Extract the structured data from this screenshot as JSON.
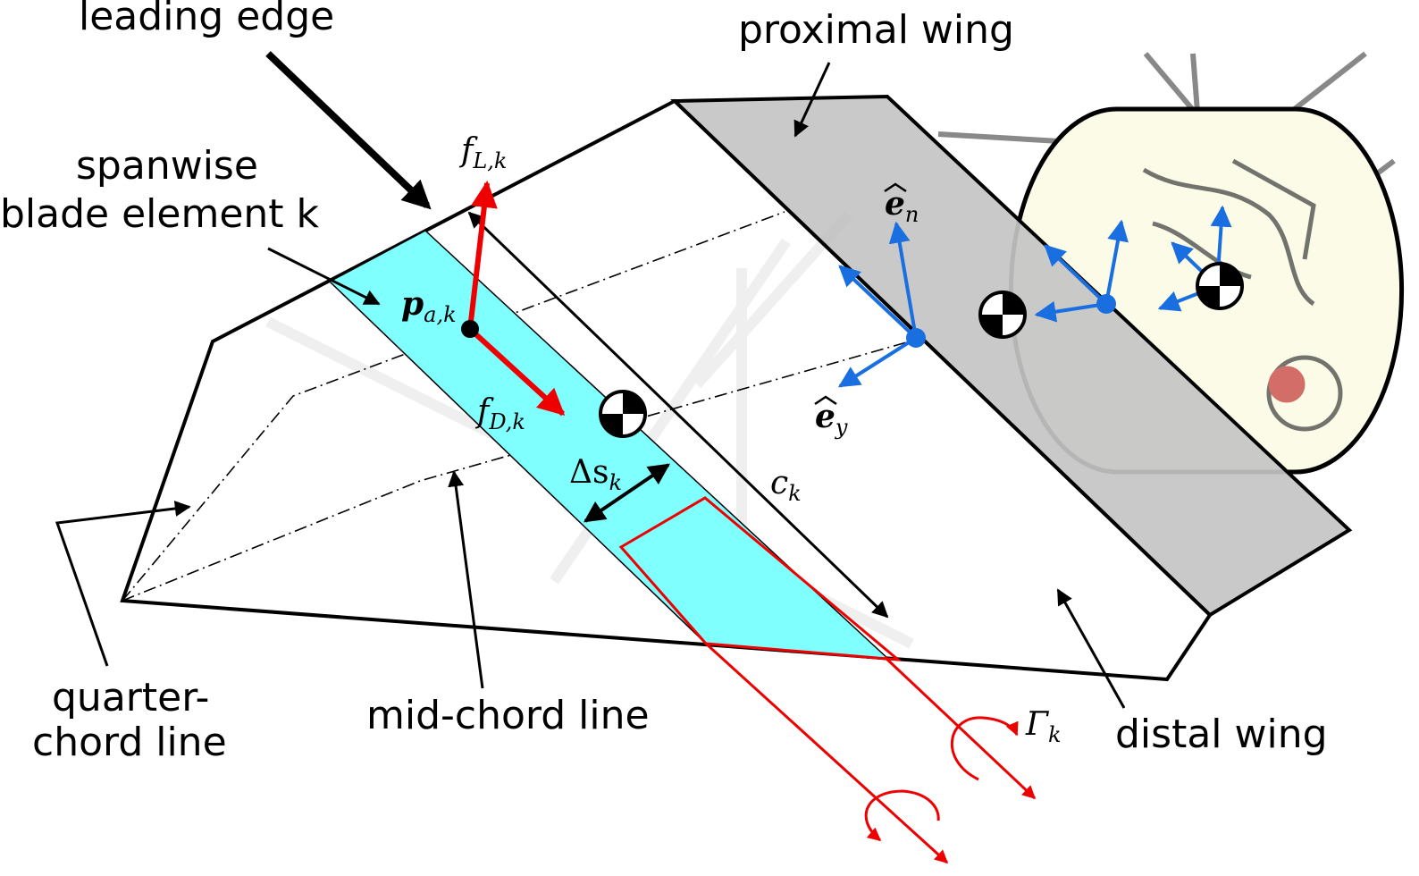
{
  "labels": {
    "leading_edge": "leading edge",
    "proximal_wing": "proximal wing",
    "spanwise_line1": "spanwise",
    "spanwise_line2": "blade element k",
    "quarter_line1": "quarter-",
    "quarter_line2": "chord line",
    "mid_chord": "mid-chord line",
    "distal_wing": "distal wing"
  },
  "symbols": {
    "lift": {
      "base": "f",
      "sub": "L,k"
    },
    "drag": {
      "base": "f",
      "sub": "D,k"
    },
    "position": {
      "base": "p",
      "sub": "a,k"
    },
    "span_width": {
      "base": "Δs",
      "sub": "k"
    },
    "chord": {
      "base": "c",
      "sub": "k"
    },
    "circulation": {
      "base": "Γ",
      "sub": "k"
    },
    "normal_axis": {
      "base": "e",
      "sub": "n"
    },
    "lateral_axis": {
      "base": "e",
      "sub": "y"
    }
  },
  "colors": {
    "blade_element": "#80ffff",
    "force_arrows": "#ee0000",
    "frame_axes": "#1a6fe0",
    "proximal_wing_fill": "#c4c4c4",
    "body_fill": "#fbfbe8",
    "outline": "#000000"
  },
  "icons": {
    "center_of_mass": "center-of-mass-icon"
  }
}
